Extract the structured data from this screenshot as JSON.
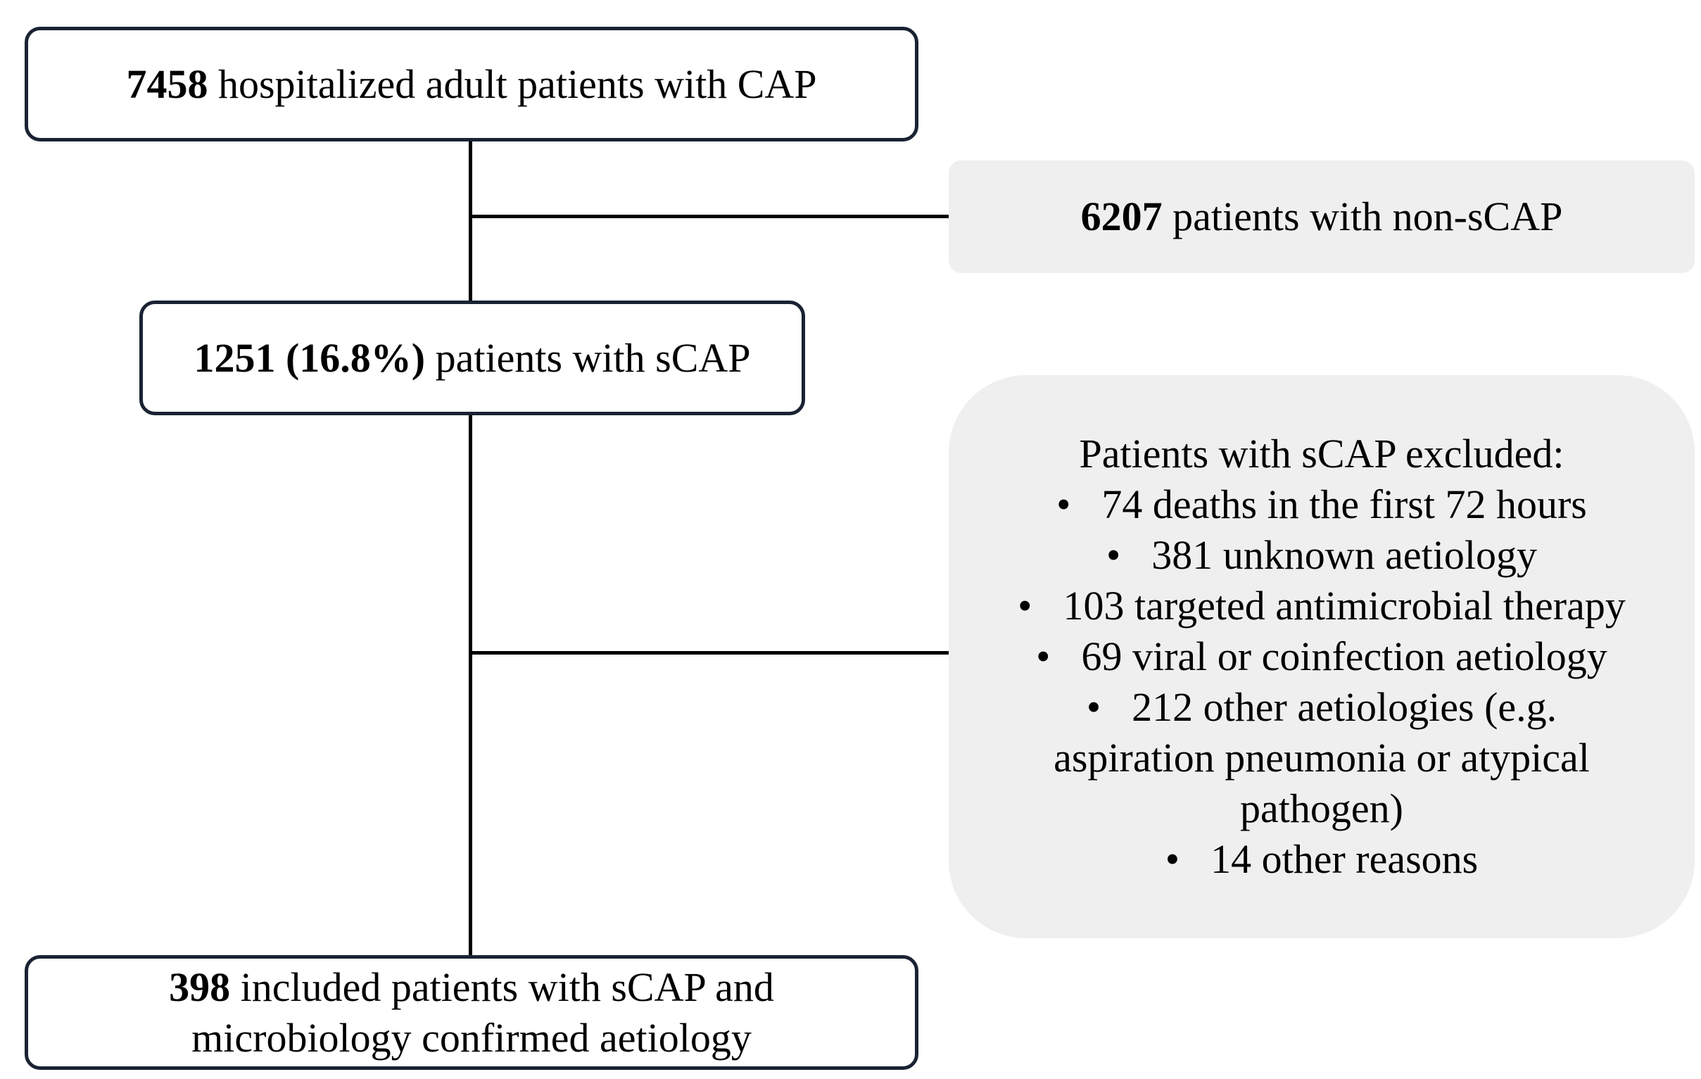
{
  "boxes": {
    "total": {
      "count": "7458",
      "text": "hospitalized adult patients with CAP"
    },
    "non_scap": {
      "count": "6207",
      "text": "patients with non-sCAP"
    },
    "scap": {
      "count": "1251 (16.8%)",
      "text": "patients with sCAP"
    },
    "excluded": {
      "title": "Patients with sCAP excluded:",
      "bullet_char": "•",
      "items": [
        "74 deaths in the first 72 hours",
        "381 unknown aetiology",
        "103 targeted antimicrobial therapy",
        "69 viral or coinfection aetiology",
        "212 other aetiologies (e.g.",
        "aspiration pneumonia or atypical",
        "pathogen)",
        "14 other reasons"
      ]
    },
    "included": {
      "count": "398",
      "text_line1": "included patients with sCAP and",
      "text_line2": "microbiology confirmed aetiology"
    }
  },
  "colors": {
    "main_box_border": "#1a2233",
    "side_box_fill": "#efefef",
    "connector": "#000000"
  }
}
